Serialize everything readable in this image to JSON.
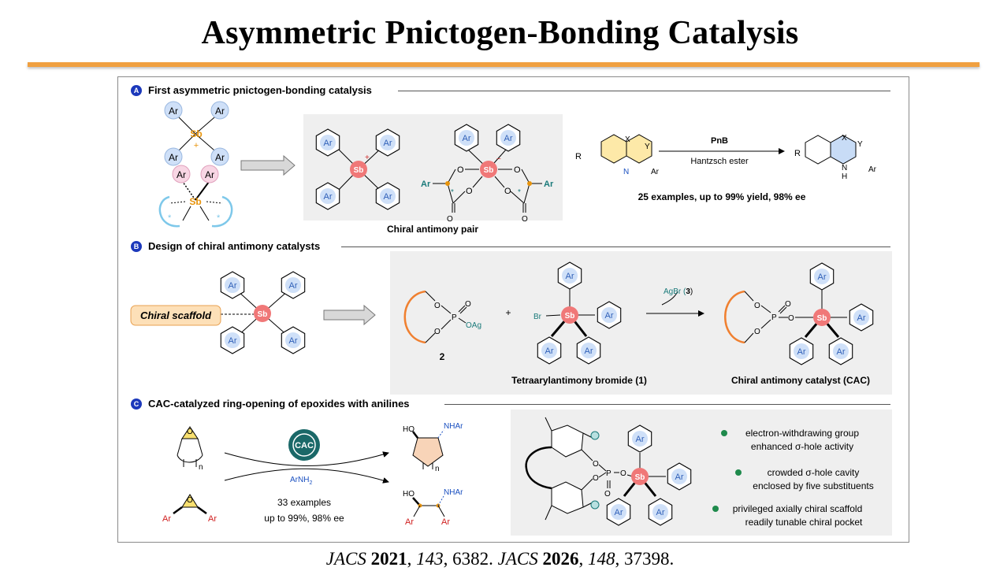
{
  "title": "Asymmetric Pnictogen-Bonding Catalysis",
  "sections": {
    "a": {
      "badge": "A",
      "title": "First asymmetric pnictogen-bonding catalysis"
    },
    "b": {
      "badge": "B",
      "title": "Design of chiral antimony catalysts"
    },
    "c": {
      "badge": "C",
      "title": "CAC-catalyzed ring-opening of epoxides with anilines"
    }
  },
  "labels": {
    "ar": "Ar",
    "sb": "Sb",
    "plus": "+",
    "minus": "−",
    "star": "*",
    "br": "Br",
    "o": "O",
    "p": "P",
    "oag": "OAg",
    "x": "X",
    "y": "Y",
    "n_atom": "N",
    "nh": "N",
    "h": "H",
    "r": "R",
    "n_sub": "n",
    "ho": "HO",
    "nhar": "NHAr",
    "cac": "CAC",
    "arnh2": "ArNH",
    "pnb": "PnB",
    "hantzsch": "Hantzsch ester",
    "yield_a": "25 examples, up to 99% yield, 98% ee",
    "antimony_pair": "Chiral antimony pair",
    "chiral_scaffold": "Chiral scaffold",
    "agbr": "AgBr (",
    "agbr_num": "3",
    "agbr_close": ")",
    "plus_sign": "+",
    "compound2": "2",
    "tetraaryl": "Tetraarylantimony bromide (1)",
    "cac_name": "Chiral antimony catalyst (CAC)",
    "examples_c1": "33 examples",
    "examples_c2": "up to 99%, 98% ee",
    "sub2": "2"
  },
  "features": [
    {
      "line1": "electron-withdrawing group",
      "line2": "enhanced σ-hole activity"
    },
    {
      "line1": "crowded σ-hole cavity",
      "line2": "enclosed by five substituents"
    },
    {
      "line1": "privileged axially chiral scaffold",
      "line2": "readily tunable chiral pocket"
    }
  ],
  "citation": {
    "j1": "JACS",
    "y1": "2021",
    "v1": "143",
    "p1": ", 6382. ",
    "j2": "JACS",
    "y2": "2026",
    "v2": "148",
    "p2": ", 37398."
  },
  "colors": {
    "accent_rule": "#f0a040",
    "badge": "#1c39bb",
    "sb_circle": "#f07878",
    "ar_blue": "#cfe0f8",
    "ar_pink": "#f8d6e4",
    "sb_text": "#e8940c",
    "teal": "#1a7a7a",
    "scaffold_arc": "#f08030",
    "green_dot": "#1f8a4c",
    "cyan_arc": "#7ec8ea",
    "yellow_epoxide": "#f8e070",
    "peach_ring": "#f8d4b8"
  }
}
